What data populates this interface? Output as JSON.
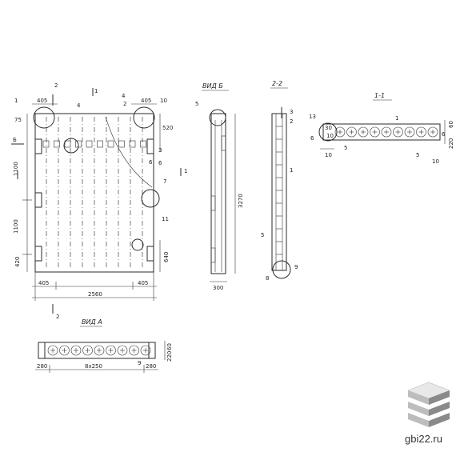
{
  "titles": {
    "view_b": "ВИД Б",
    "view_a": "ВИД А",
    "section_22": "2-2",
    "section_11": "1-1"
  },
  "plan": {
    "cut_2_top": "2",
    "cut_2_bottom": "2",
    "arrow_1_top": "1",
    "arrow_1_side": "1",
    "view_b_arrow": "Б",
    "dims": {
      "top_left": "405",
      "top_right": "405",
      "corner_left": "75",
      "right_top": "520",
      "left_upper": "1100",
      "left_lower": "1100",
      "left_bottom": "420",
      "right_bottom": "640",
      "bottom_left": "405",
      "bottom_right": "405",
      "total": "2560"
    },
    "callouts": [
      "1",
      "2",
      "4",
      "4",
      "10",
      "3",
      "6",
      "6",
      "7",
      "11"
    ]
  },
  "view_b": {
    "callout": "5",
    "height": "3270",
    "width": "300"
  },
  "section_22": {
    "callouts": [
      "3",
      "2",
      "1",
      "5",
      "9",
      "8"
    ]
  },
  "section_11": {
    "callouts": [
      "13",
      "1",
      "6",
      "5",
      "5",
      "10",
      "6",
      "10"
    ],
    "dims": {
      "right_a": "60",
      "right_b": "220",
      "left_a": "30",
      "left_b": "10"
    }
  },
  "view_a": {
    "dims": [
      "280",
      "8x250",
      "280"
    ],
    "callout": "9",
    "heights": [
      "60",
      "220"
    ]
  },
  "watermark": {
    "text": "gbi22.ru"
  },
  "colors": {
    "line": "#2a2a2a",
    "logo_light": "#e8e8e8",
    "logo_mid": "#bdbdbd",
    "logo_dark": "#8a8a8a"
  }
}
